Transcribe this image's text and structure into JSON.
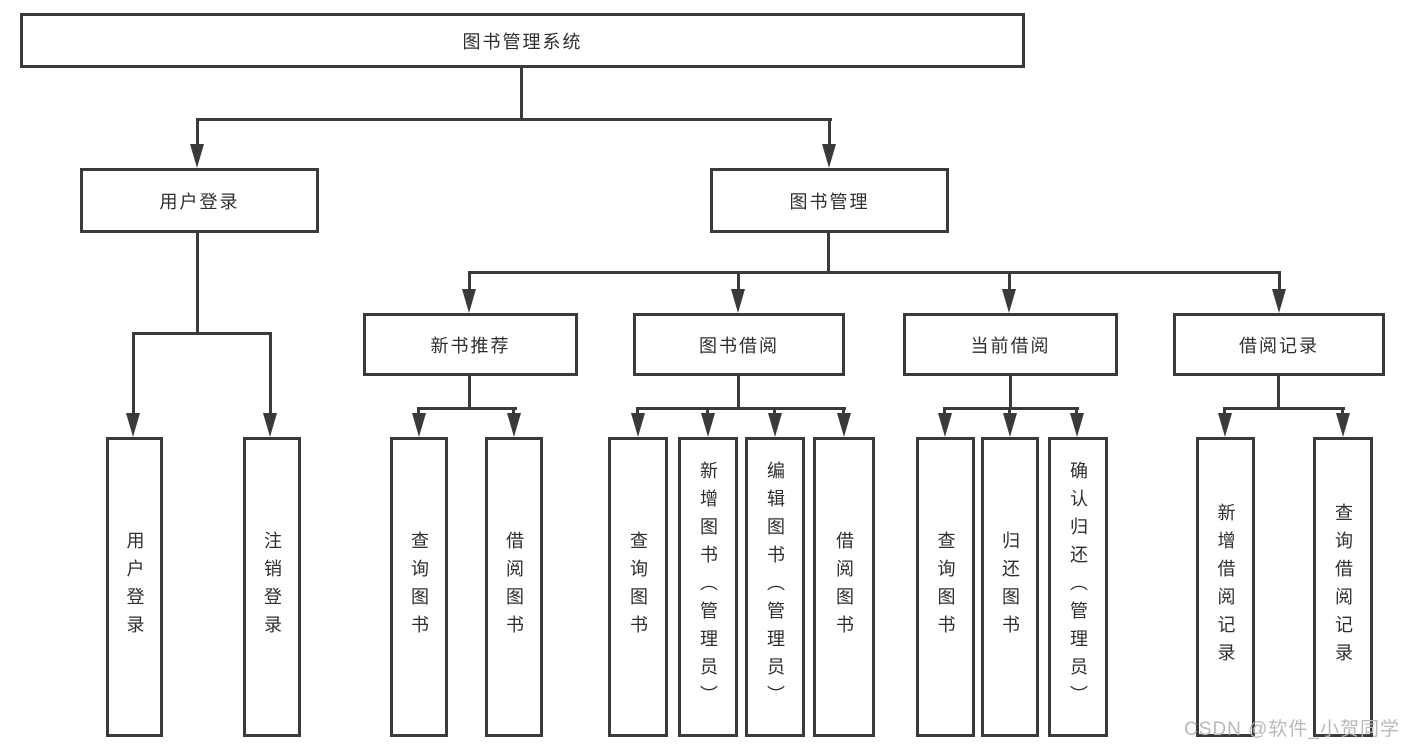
{
  "diagram": {
    "root": {
      "label": "图书管理系统"
    },
    "level2": {
      "user_login": {
        "label": "用户登录"
      },
      "book_management": {
        "label": "图书管理"
      }
    },
    "level3": {
      "new_book_recommend": {
        "label": "新书推荐"
      },
      "book_borrowing": {
        "label": "图书借阅"
      },
      "current_borrowing": {
        "label": "当前借阅"
      },
      "borrowing_records": {
        "label": "借阅记录"
      }
    },
    "leaves": {
      "user_login": {
        "label": "用户登录"
      },
      "logout": {
        "label": "注销登录"
      },
      "nbr_query_books": {
        "label": "查询图书"
      },
      "nbr_borrow_books": {
        "label": "借阅图书"
      },
      "bb_query_books": {
        "label": "查询图书"
      },
      "bb_add_books": {
        "label": "新增图书（管理员）"
      },
      "bb_edit_books": {
        "label": "编辑图书（管理员）"
      },
      "bb_borrow_books": {
        "label": "借阅图书"
      },
      "cb_query_books": {
        "label": "查询图书"
      },
      "cb_return_books": {
        "label": "归还图书"
      },
      "cb_confirm_return": {
        "label": "确认归还（管理员）"
      },
      "br_add_record": {
        "label": "新增借阅记录"
      },
      "br_query_record": {
        "label": "查询借阅记录"
      }
    }
  },
  "watermark": {
    "text": "CSDN @软件_小贺同学"
  },
  "colors": {
    "line": "#3a3a3a",
    "text": "#2e2e2e",
    "watermark": "#b9b9b9",
    "bg": "#ffffff"
  }
}
